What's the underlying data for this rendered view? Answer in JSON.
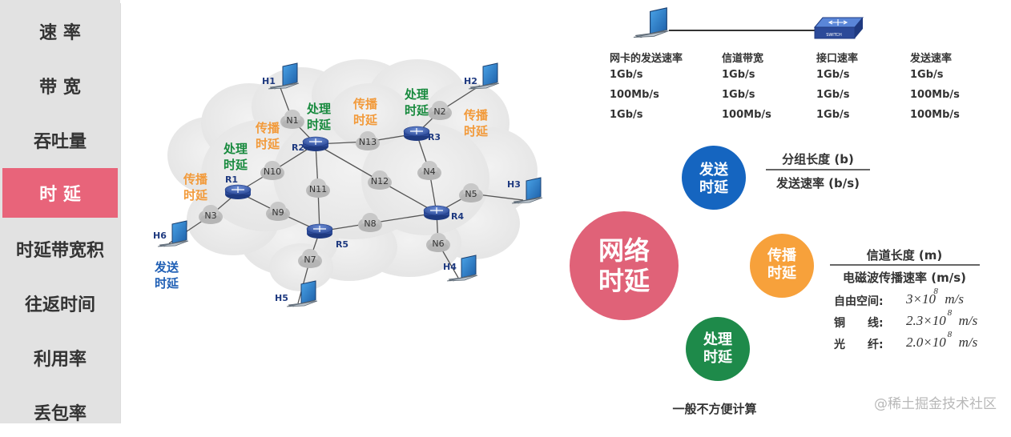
{
  "sidebar": {
    "items": [
      {
        "label": "速 率",
        "active": false
      },
      {
        "label": "带 宽",
        "active": false
      },
      {
        "label": "吞吐量",
        "active": false
      },
      {
        "label": "时 延",
        "active": true
      },
      {
        "label": "时延带宽积",
        "active": false
      },
      {
        "label": "往返时间",
        "active": false
      },
      {
        "label": "利用率",
        "active": false
      },
      {
        "label": "丢包率",
        "active": false
      }
    ]
  },
  "network": {
    "hosts": [
      "H1",
      "H2",
      "H3",
      "H4",
      "H5",
      "H6"
    ],
    "routers": [
      "R1",
      "R2",
      "R3",
      "R4",
      "R5"
    ],
    "nodes": [
      "N1",
      "N2",
      "N3",
      "N4",
      "N5",
      "N6",
      "N7",
      "N8",
      "N9",
      "N10",
      "N11",
      "N12",
      "N13"
    ],
    "labels": {
      "processing": "处理\n时延",
      "propagation": "传播\n时延",
      "transmission": "发送\n时延"
    }
  },
  "link_table": {
    "switch_label": "SWITCH",
    "headers": [
      "网卡的发送速率",
      "信道带宽",
      "接口速率",
      "发送速率"
    ],
    "rows": [
      [
        "1Gb/s",
        "1Gb/s",
        "1Gb/s",
        "1Gb/s"
      ],
      [
        "100Mb/s",
        "1Gb/s",
        "1Gb/s",
        "100Mb/s"
      ],
      [
        "1Gb/s",
        "100Mb/s",
        "1Gb/s",
        "100Mb/s"
      ]
    ]
  },
  "delay": {
    "main_label": "网络\n时延",
    "transmission": {
      "label": "发送\n时延",
      "numerator": "分组长度 (b)",
      "denominator": "发送速率 (b/s)"
    },
    "propagation": {
      "label": "传播\n时延",
      "numerator": "信道长度 (m)",
      "denominator": "电磁波传播速率 (m/s)",
      "media": [
        {
          "name": "自由空间:",
          "value": "3×10",
          "exp": "8",
          "unit": "m/s"
        },
        {
          "name": "铜　　线:",
          "value": "2.3×10",
          "exp": "8",
          "unit": "m/s"
        },
        {
          "name": "光　　纤:",
          "value": "2.0×10",
          "exp": "8",
          "unit": "m/s"
        }
      ]
    },
    "processing": {
      "label": "处理\n时延",
      "note": "一般不方便计算"
    }
  },
  "colors": {
    "active": "#e8647a",
    "blue": "#1565c0",
    "orange": "#f7a13b",
    "green": "#1e8a4a",
    "pink": "#e06278",
    "orange_text": "#f29a3a",
    "green_text": "#188a3e",
    "blue_text": "#1f5fb5"
  },
  "watermark": "@稀土掘金技术社区"
}
